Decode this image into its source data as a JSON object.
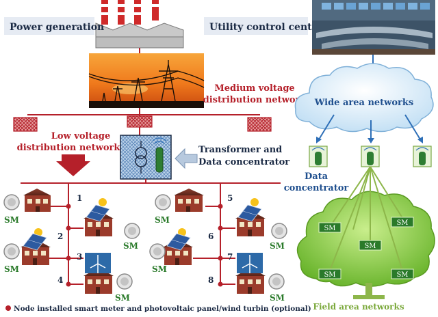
{
  "labels": {
    "power_generation": "Power generation",
    "utility_control_center": "Utility control center",
    "medium_voltage_1": "Medium voltage",
    "medium_voltage_2": "distribution network",
    "low_voltage_1": "Low voltage",
    "low_voltage_2": "distribution network",
    "transformer_1": "Transformer and",
    "transformer_2": "Data concentrator",
    "wide_area": "Wide area networks",
    "data_concentrator_1": "Data",
    "data_concentrator_2": "concentrator",
    "field_area": "Field area networks",
    "legend": "Node installed smart meter and photovoltaic panel/wind turbin (optional)"
  },
  "sm_label": "SM",
  "nodes": [
    "1",
    "2",
    "3",
    "4",
    "5",
    "6",
    "7",
    "8"
  ],
  "colors": {
    "grid_red": "#b5202a",
    "network_blue": "#2e6fb7",
    "cloud_blue": "#d8ecf8",
    "field_green": "#86c540",
    "field_line": "#8db64a",
    "sm_box": "#2a7a2a",
    "label_bg": "#e6ebf3"
  }
}
